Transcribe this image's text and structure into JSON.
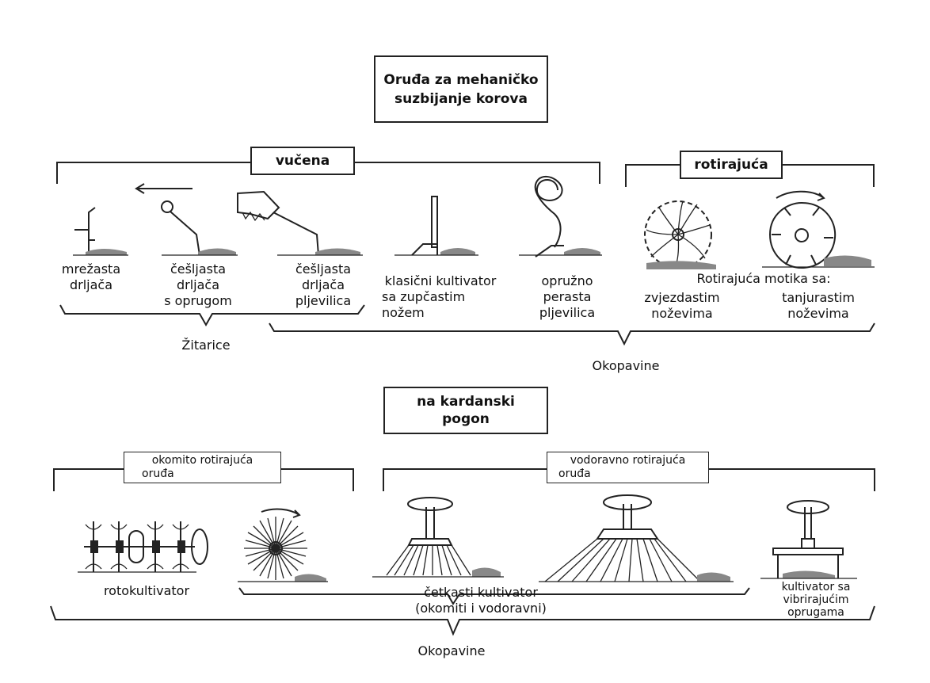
{
  "title": {
    "line1": "Oruđa za mehaničko",
    "line2": "suzbijanje korova"
  },
  "groups": {
    "vucena": "vučena",
    "rotirajuca": "rotirajuća",
    "kardan": {
      "line1": "na kardanski",
      "line2": "pogon"
    },
    "okomito": {
      "line1": "okomito rotirajuća",
      "line2": "oruđa"
    },
    "vodoravno": {
      "line1": "vodoravno rotirajuća",
      "line2": "oruđa"
    }
  },
  "tools": {
    "mrezasta": {
      "line1": "mrežasta",
      "line2": "drljača"
    },
    "cesljasta_opruga": {
      "line1": "češljasta",
      "line2": "drljača",
      "line3": "s oprugom"
    },
    "cesljasta_pljevilica": {
      "line1": "češljasta",
      "line2": "drljača",
      "line3": "pljevilica"
    },
    "klasicni": {
      "line1": "klasični kultivator",
      "line2": "sa zupčastim",
      "line3": "nožem"
    },
    "opruzno": {
      "line1": "opružno",
      "line2": "perasta",
      "line3": "pljevilica"
    },
    "motika_header": "Rotirajuća motika sa:",
    "zvjezdastim": {
      "line1": "zvjezdastim",
      "line2": "noževima"
    },
    "tanjurastim": {
      "line1": "tanjurastim",
      "line2": "noževima"
    },
    "rotokultivator": "rotokultivator",
    "cetkasti": {
      "line1": "četkasti kultivator",
      "line2": "(okomiti i vodoravni)"
    },
    "vibrirajuci": {
      "line1": "kultivator sa",
      "line2": "vibrirajućim",
      "line3": "oprugama"
    }
  },
  "crops": {
    "zitarice": "Žitarice",
    "okopavine_top": "Okopavine",
    "okopavine_bottom": "Okopavine"
  }
}
